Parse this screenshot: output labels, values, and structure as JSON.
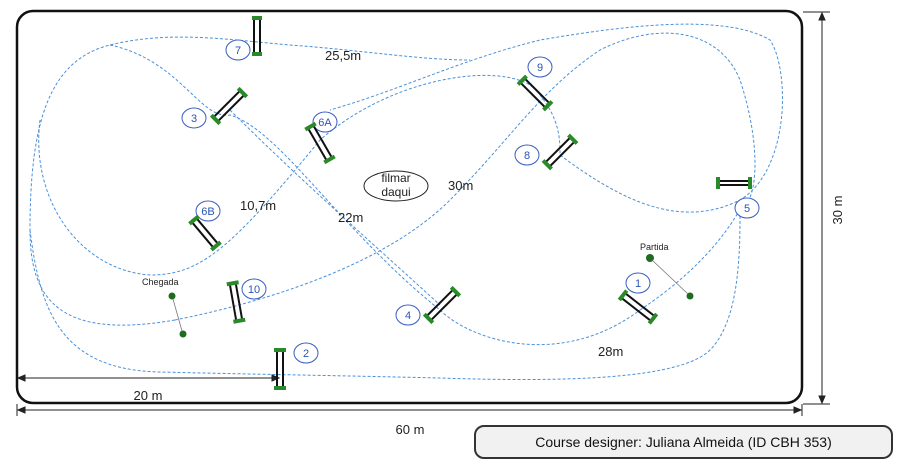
{
  "arena": {
    "width_label": "60 m",
    "height_label": "30 m",
    "offset_label": "20 m"
  },
  "center_label": {
    "line1": "filmar",
    "line2": "daqui"
  },
  "distances": {
    "d1": "25,5m",
    "d2": "10,7m",
    "d3": "22m",
    "d4": "30m",
    "d5": "28m"
  },
  "start_label": "Partida",
  "finish_label": "Chegada",
  "obstacles": [
    "1",
    "2",
    "3",
    "4",
    "5",
    "6A",
    "6B",
    "7",
    "8",
    "9",
    "10"
  ],
  "credit": "Course designer: Juliana Almeida (ID CBH 353)",
  "colors": {
    "path": "#4a90d9",
    "border": "#111111",
    "number": "#2a56b5",
    "pole_end": "#2a8a2a"
  }
}
